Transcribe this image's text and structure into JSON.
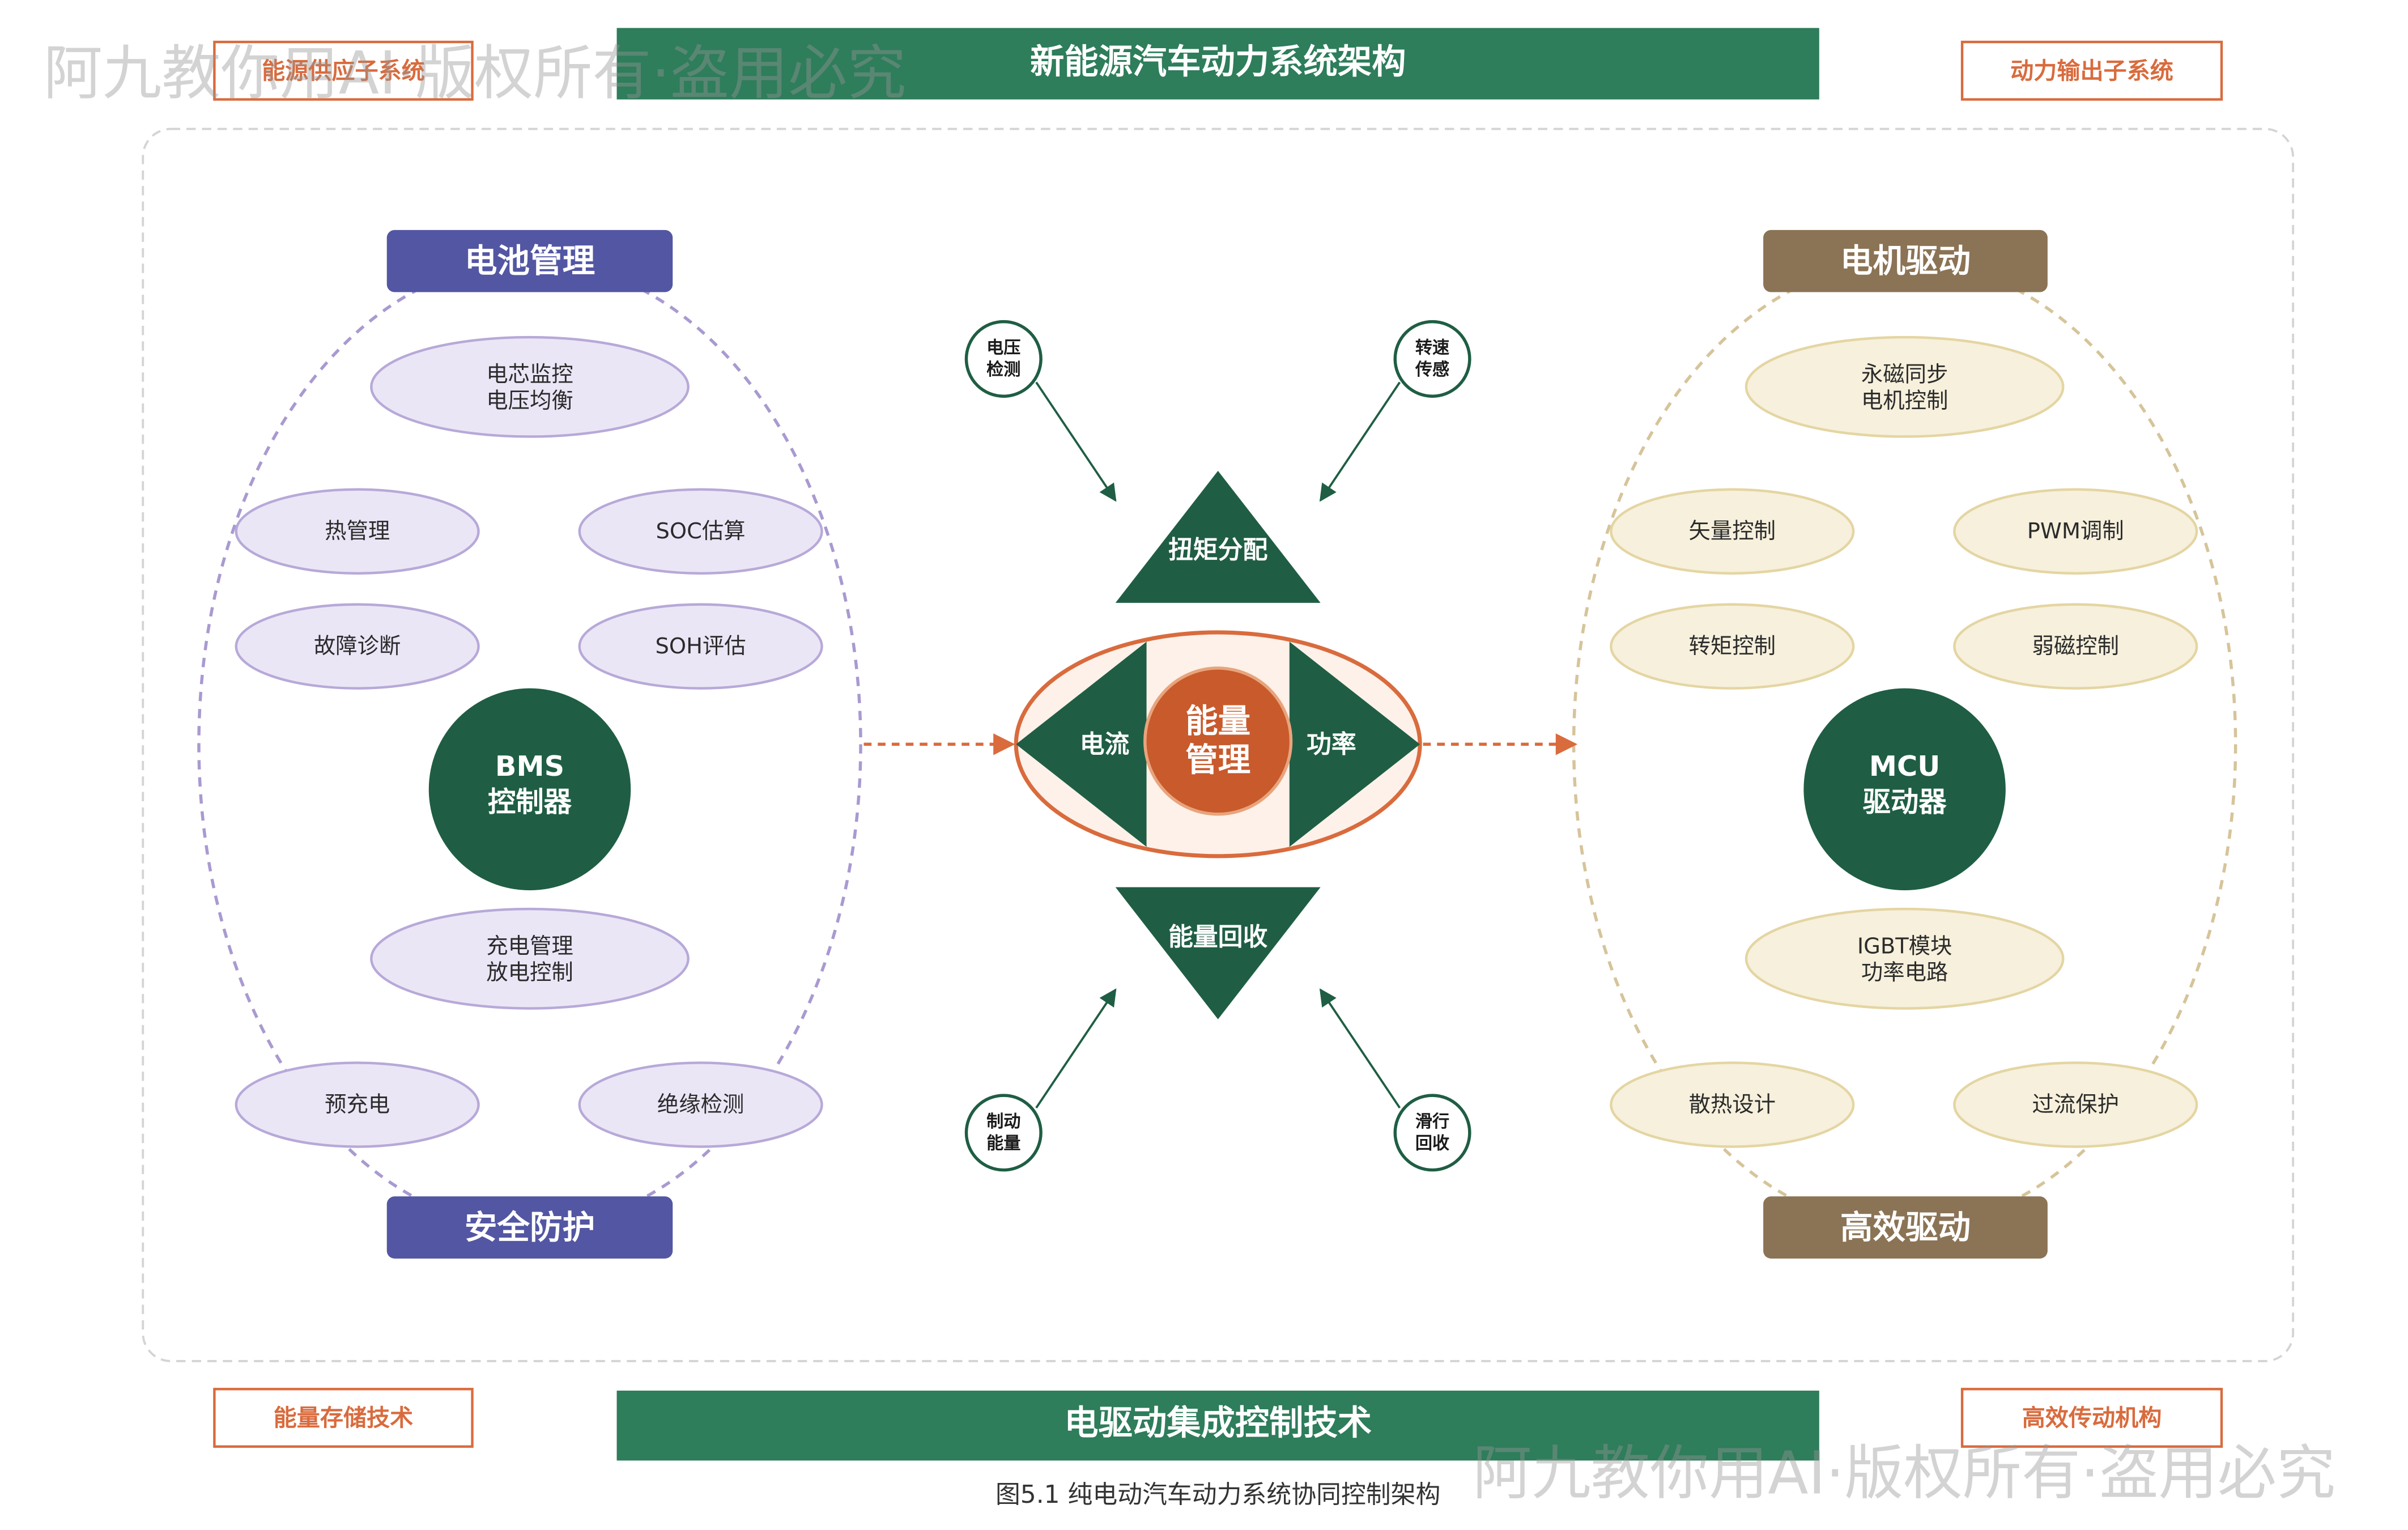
{
  "watermark": "阿九教你用AI·版权所有·盗用必究",
  "title": "新能源汽车动力系统架构",
  "top_left_label": "能源供应子系统",
  "top_right_label": "动力输出子系统",
  "bottom_banner": "电驱动集成控制技术",
  "bottom_left_label": "能量存储技术",
  "bottom_right_label": "高效传动机构",
  "caption": "图5.1 纯电动汽车动力系统协同控制架构",
  "left_module": {
    "header": "电池管理",
    "footer": "安全防护",
    "core": [
      "BMS",
      "控制器"
    ],
    "nodes": [
      {
        "lines": [
          "电芯监控",
          "电压均衡"
        ]
      },
      {
        "lines": [
          "热管理"
        ]
      },
      {
        "lines": [
          "SOC估算"
        ]
      },
      {
        "lines": [
          "故障诊断"
        ]
      },
      {
        "lines": [
          "SOH评估"
        ]
      },
      {
        "lines": [
          "充电管理",
          "放电控制"
        ]
      },
      {
        "lines": [
          "预充电"
        ]
      },
      {
        "lines": [
          "绝缘检测"
        ]
      }
    ]
  },
  "right_module": {
    "header": "电机驱动",
    "footer": "高效驱动",
    "core": [
      "MCU",
      "驱动器"
    ],
    "nodes": [
      {
        "lines": [
          "永磁同步",
          "电机控制"
        ]
      },
      {
        "lines": [
          "矢量控制"
        ]
      },
      {
        "lines": [
          "PWM调制"
        ]
      },
      {
        "lines": [
          "转矩控制"
        ]
      },
      {
        "lines": [
          "弱磁控制"
        ]
      },
      {
        "lines": [
          "IGBT模块",
          "功率电路"
        ]
      },
      {
        "lines": [
          "散热设计"
        ]
      },
      {
        "lines": [
          "过流保护"
        ]
      }
    ]
  },
  "center": {
    "core": [
      "能量",
      "管理"
    ],
    "flow_left": "电流",
    "flow_right": "功率",
    "top": "扭矩分配",
    "bottom": "能量回收",
    "sensors": [
      {
        "lines": [
          "电压",
          "检测"
        ]
      },
      {
        "lines": [
          "转速",
          "传感"
        ]
      },
      {
        "lines": [
          "制动",
          "能量"
        ]
      },
      {
        "lines": [
          "滑行",
          "回收"
        ]
      }
    ]
  },
  "colors": {
    "banner_green": "#2e7d5b",
    "dark_green": "#1f5e44",
    "battery_purple": "#5356a3",
    "motor_brown": "#8b7355",
    "accent_orange": "#d96b3d",
    "core_orange": "#c85a2c"
  }
}
